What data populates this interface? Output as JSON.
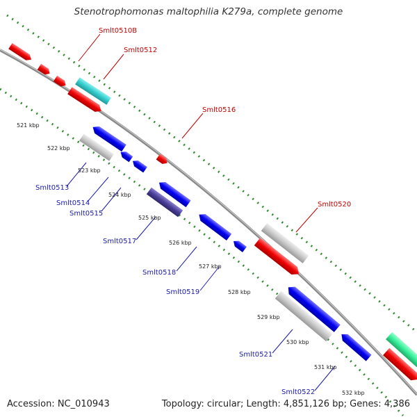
{
  "title": "Stenotrophomonas maltophilia K279a, complete genome",
  "footer": {
    "accession": "Accession: NC_010943",
    "topology": "Topology: circular; Length: 4,851,126 bp; Genes: 4,386"
  },
  "ticks": [
    "521 kbp",
    "522 kbp",
    "523 kbp",
    "524 kbp",
    "525 kbp",
    "526 kbp",
    "527 kbp",
    "528 kbp",
    "529 kbp",
    "530 kbp",
    "531 kbp",
    "532 kbp"
  ],
  "gene_labels_forward": [
    "Smlt0510B",
    "Smlt0512",
    "Smlt0516",
    "Smlt0520"
  ],
  "gene_labels_reverse": [
    "Smlt0513",
    "Smlt0514",
    "Smlt0515",
    "Smlt0517",
    "Smlt0518",
    "Smlt0519",
    "Smlt0521",
    "Smlt0522"
  ],
  "colors": {
    "forward_cds": "#ee0000",
    "reverse_cds": "#0000ee",
    "gray_feature": "#c8c8c8",
    "cyan_feature": "#33cccc",
    "teal_feature": "#33ee99",
    "dark_feature": "#4a3f99",
    "backbone": "#8a8a8a",
    "tick_dots": "#2e8b2e"
  }
}
